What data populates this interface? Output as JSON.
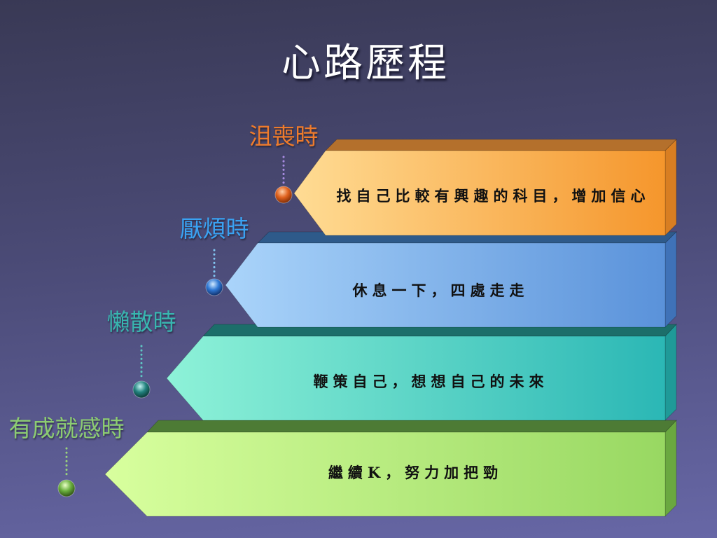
{
  "slide": {
    "title": "心路歷程"
  },
  "steps": [
    {
      "label": "沮喪時",
      "label_color": "#ee7b2c",
      "action": "找自己比較有興趣的科目，增加信心",
      "bar_colors": [
        "#ffdc94",
        "#f5962c"
      ],
      "marker_color": "#e0621e"
    },
    {
      "label": "厭煩時",
      "label_color": "#3aa2f2",
      "action": "休息一下，四處走走",
      "bar_colors": [
        "#aad4fa",
        "#5a92da"
      ],
      "marker_color": "#2f78d4"
    },
    {
      "label": "懶散時",
      "label_color": "#38b6b0",
      "action": "鞭策自己，想想自己的未來",
      "bar_colors": [
        "#8ef2d8",
        "#2bb7b5"
      ],
      "marker_color": "#22827e"
    },
    {
      "label": "有成就感時",
      "label_color": "#8ccc72",
      "action": "繼續K，努力加把勁",
      "bar_colors": [
        "#d8ff9e",
        "#98d862"
      ],
      "marker_color": "#6ab03e"
    }
  ]
}
